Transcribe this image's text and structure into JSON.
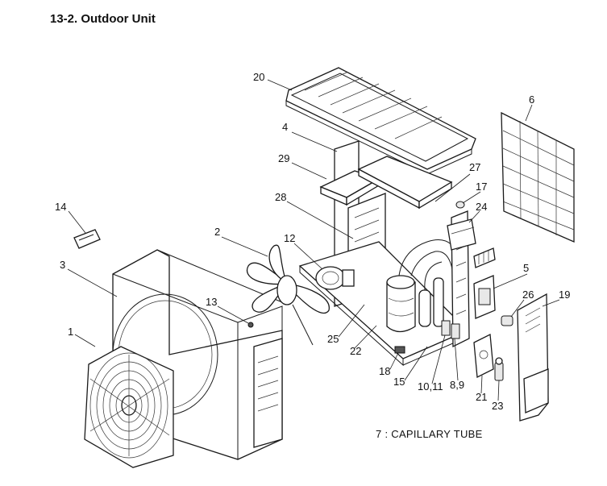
{
  "heading": "13-2.  Outdoor Unit",
  "callouts": {
    "c20": "20",
    "c4": "4",
    "c29": "29",
    "c27": "27",
    "c17": "17",
    "c6": "6",
    "c24": "24",
    "c14": "14",
    "c28": "28",
    "c2": "2",
    "c12": "12",
    "c3": "3",
    "c5": "5",
    "c13": "13",
    "c26": "26",
    "c19": "19",
    "c1": "1",
    "c25": "25",
    "c22": "22",
    "c18": "18",
    "c15": "15",
    "c1011": "10,11",
    "c89": "8,9",
    "c21": "21",
    "c23": "23"
  },
  "note": "7 : CAPILLARY TUBE"
}
